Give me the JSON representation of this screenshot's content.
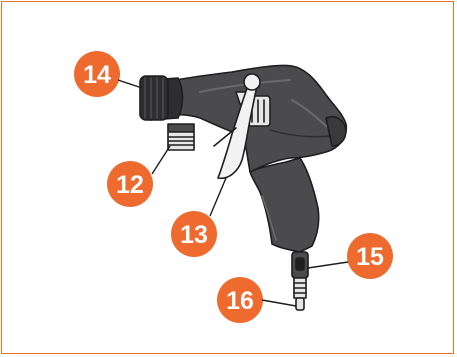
{
  "colors": {
    "frame": "#e8722c",
    "callout": "#ee6a2e",
    "callout_text": "#ffffff",
    "gun_body": "#4b4b4d",
    "gun_dark": "#2e2e30",
    "metal": "#e6e6e6",
    "outline": "#1e1e1e"
  },
  "icons": {
    "gun": "spray-gun-illustration"
  },
  "callouts": [
    {
      "id": "c14",
      "label": "14"
    },
    {
      "id": "c12",
      "label": "12"
    },
    {
      "id": "c13",
      "label": "13"
    },
    {
      "id": "c15",
      "label": "15"
    },
    {
      "id": "c16",
      "label": "16"
    }
  ]
}
